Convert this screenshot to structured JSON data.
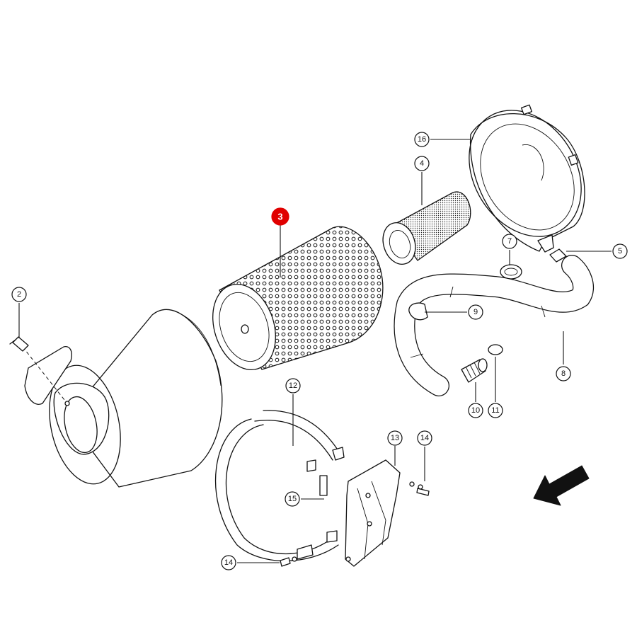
{
  "highlight_color": "#e00000",
  "callouts": [
    {
      "id": "c3",
      "label": "3",
      "highlighted": true
    },
    {
      "id": "c2",
      "label": "2"
    },
    {
      "id": "c4",
      "label": "4"
    },
    {
      "id": "c5",
      "label": "5"
    },
    {
      "id": "c7",
      "label": "7"
    },
    {
      "id": "c8",
      "label": "8"
    },
    {
      "id": "c9",
      "label": "9"
    },
    {
      "id": "c10",
      "label": "10"
    },
    {
      "id": "c11",
      "label": "11"
    },
    {
      "id": "c12",
      "label": "12"
    },
    {
      "id": "c13",
      "label": "13"
    },
    {
      "id": "c14a",
      "label": "14"
    },
    {
      "id": "c14b",
      "label": "14"
    },
    {
      "id": "c15",
      "label": "15"
    },
    {
      "id": "c16",
      "label": "16"
    }
  ],
  "icons": {
    "direction": "arrow-icon"
  }
}
